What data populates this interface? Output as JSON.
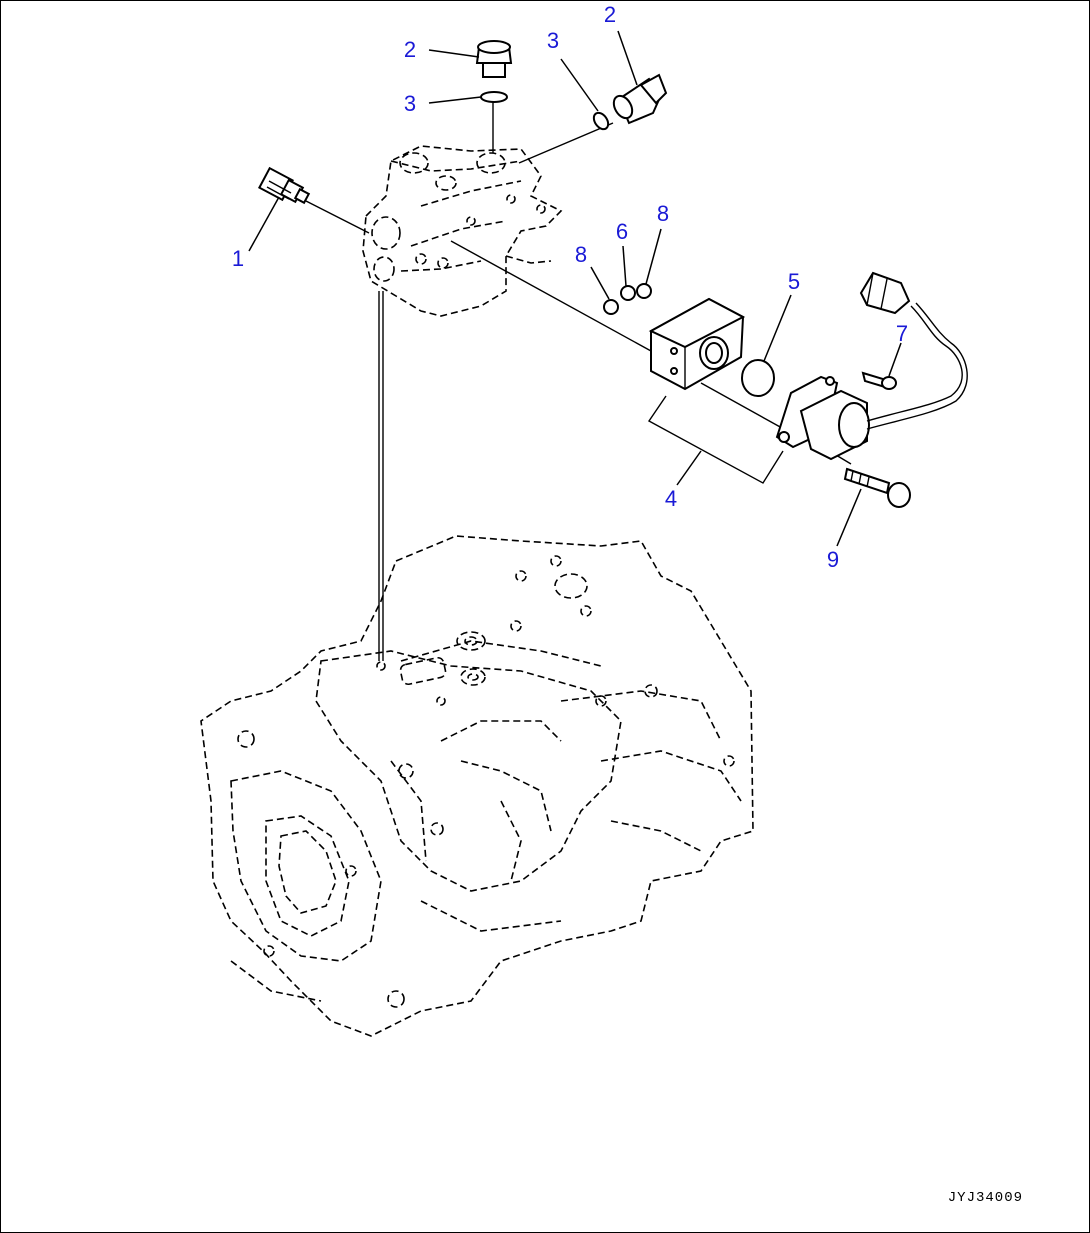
{
  "diagram": {
    "callouts": [
      {
        "id": "c1",
        "label": "1"
      },
      {
        "id": "c2a",
        "label": "2"
      },
      {
        "id": "c2b",
        "label": "2"
      },
      {
        "id": "c3a",
        "label": "3"
      },
      {
        "id": "c3b",
        "label": "3"
      },
      {
        "id": "c4",
        "label": "4"
      },
      {
        "id": "c5",
        "label": "5"
      },
      {
        "id": "c6",
        "label": "6"
      },
      {
        "id": "c7",
        "label": "7"
      },
      {
        "id": "c8a",
        "label": "8"
      },
      {
        "id": "c8b",
        "label": "8"
      },
      {
        "id": "c9",
        "label": "9"
      }
    ],
    "drawing_id": "JYJ34009",
    "colors": {
      "callout": "#1a1ad6",
      "line": "#000000",
      "background": "#ffffff"
    }
  }
}
